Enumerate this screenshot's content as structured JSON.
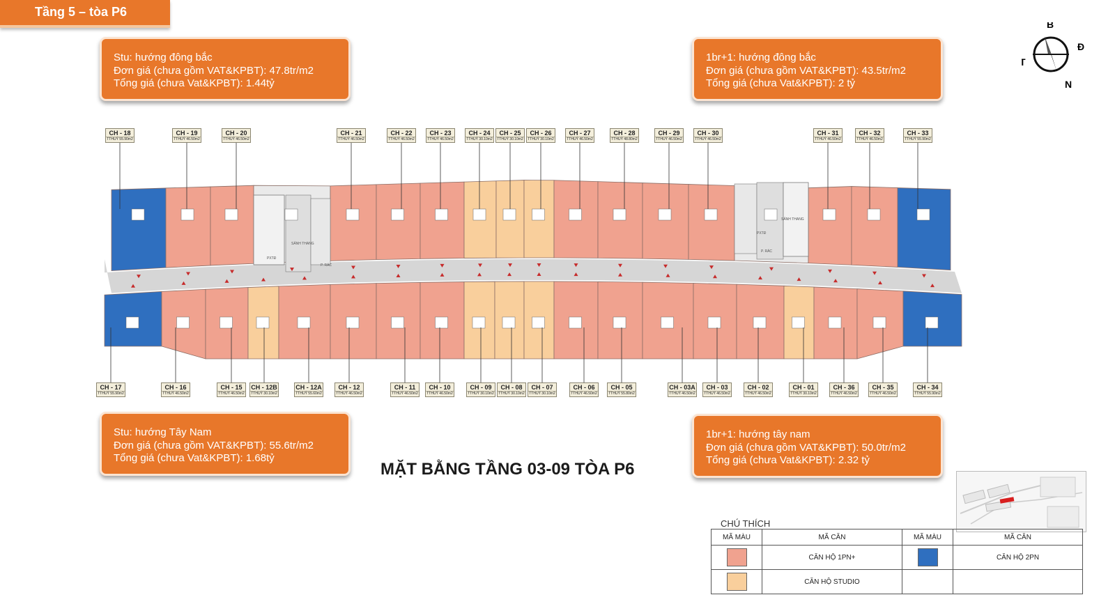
{
  "header": {
    "title": "Tầng 5 – tòa P6"
  },
  "price_boxes": [
    {
      "lines": [
        "Stu: hướng đông bắc",
        "Đơn giá (chưa gồm VAT&KPBT): 47.8tr/m2",
        "Tổng giá (chưa Vat&KPBT): 1.44tỷ"
      ]
    },
    {
      "lines": [
        "1br+1: hướng đông bắc",
        "Đơn giá (chưa gồm VAT&KPBT): 43.5tr/m2",
        "Tổng giá (chưa Vat&KPBT): 2 tỷ"
      ]
    },
    {
      "lines": [
        "Stu: hướng Tây Nam",
        "Đơn giá (chưa gồm VAT&KPBT): 55.6tr/m2",
        "Tổng giá (chưa Vat&KPBT): 1.68tỷ"
      ]
    },
    {
      "lines": [
        "1br+1: hướng tây nam",
        "Đơn giá (chưa gồm VAT&KPBT): 50.0tr/m2",
        "Tổng giá (chưa Vat&KPBT): 2.32 tỷ"
      ]
    }
  ],
  "compass": {
    "n": "B",
    "e": "Đ",
    "s": "N",
    "w": "T"
  },
  "plan_title": "MẶT BẰNG TẦNG 03-09 TÒA P6",
  "room_labels": {
    "stairs": "SẢNH THANG",
    "pxtd": "PXTĐ",
    "prac": "P. RÁC"
  },
  "units_top": [
    {
      "code": "CH - 18",
      "area": "TTHUỶ 55.90m2",
      "type": "2pn"
    },
    {
      "code": "CH - 19",
      "area": "TTHUỶ 46.50m2",
      "type": "1pn"
    },
    {
      "code": "CH - 20",
      "area": "TTHUỶ 46.50m2",
      "type": "1pn"
    },
    {
      "code": "CH - 21",
      "area": "TTHUỶ 46.50m2",
      "type": "1pn"
    },
    {
      "code": "CH - 22",
      "area": "TTHUỶ 46.50m2",
      "type": "1pn"
    },
    {
      "code": "CH - 23",
      "area": "TTHUỶ 46.50m2",
      "type": "1pn"
    },
    {
      "code": "CH - 24",
      "area": "TTHUỶ 30.10m2",
      "type": "studio"
    },
    {
      "code": "CH - 25",
      "area": "TTHUỶ 30.10m2",
      "type": "studio"
    },
    {
      "code": "CH - 26",
      "area": "TTHUỶ 30.10m2",
      "type": "studio"
    },
    {
      "code": "CH - 27",
      "area": "TTHUỶ 46.50m2",
      "type": "1pn"
    },
    {
      "code": "CH - 28",
      "area": "TTHUỶ 48.80m2",
      "type": "1pn"
    },
    {
      "code": "CH - 29",
      "area": "TTHUỶ 46.50m2",
      "type": "1pn"
    },
    {
      "code": "CH - 30",
      "area": "TTHUỶ 46.50m2",
      "type": "1pn"
    },
    {
      "code": "CH - 31",
      "area": "TTHUỶ 46.50m2",
      "type": "1pn"
    },
    {
      "code": "CH - 32",
      "area": "TTHUỶ 46.50m2",
      "type": "1pn"
    },
    {
      "code": "CH - 33",
      "area": "TTHUỶ 55.90m2",
      "type": "2pn"
    }
  ],
  "units_bottom": [
    {
      "code": "CH - 17",
      "area": "TTHUỶ 55.90m2",
      "type": "2pn"
    },
    {
      "code": "CH - 16",
      "area": "TTHUỶ 46.50m2",
      "type": "1pn"
    },
    {
      "code": "CH - 15",
      "area": "TTHUỶ 46.50m2",
      "type": "1pn"
    },
    {
      "code": "CH - 12B",
      "area": "TTHUỶ 30.10m2",
      "type": "studio"
    },
    {
      "code": "CH - 12A",
      "area": "TTHUỶ 55.60m2",
      "type": "1pn"
    },
    {
      "code": "CH - 12",
      "area": "TTHUỶ 46.50m2",
      "type": "1pn"
    },
    {
      "code": "CH - 11",
      "area": "TTHUỶ 46.50m2",
      "type": "1pn"
    },
    {
      "code": "CH - 10",
      "area": "TTHUỶ 46.50m2",
      "type": "1pn"
    },
    {
      "code": "CH - 09",
      "area": "TTHUỶ 30.10m2",
      "type": "studio"
    },
    {
      "code": "CH - 08",
      "area": "TTHUỶ 30.10m2",
      "type": "studio"
    },
    {
      "code": "CH - 07",
      "area": "TTHUỶ 30.10m2",
      "type": "studio"
    },
    {
      "code": "CH - 06",
      "area": "TTHUỶ 46.50m2",
      "type": "1pn"
    },
    {
      "code": "CH - 05",
      "area": "TTHUỶ 55.80m2",
      "type": "1pn"
    },
    {
      "code": "CH - 03A",
      "area": "TTHUỶ 46.50m2",
      "type": "1pn"
    },
    {
      "code": "CH - 03",
      "area": "TTHUỶ 46.50m2",
      "type": "1pn"
    },
    {
      "code": "CH - 02",
      "area": "TTHUỶ 46.50m2",
      "type": "1pn"
    },
    {
      "code": "CH - 01",
      "area": "TTHUỶ 30.10m2",
      "type": "studio"
    },
    {
      "code": "CH - 36",
      "area": "TTHUỶ 46.50m2",
      "type": "1pn"
    },
    {
      "code": "CH - 35",
      "area": "TTHUỶ 46.50m2",
      "type": "1pn"
    },
    {
      "code": "CH - 34",
      "area": "TTHUỶ 55.90m2",
      "type": "2pn"
    }
  ],
  "colors": {
    "pn1": "#f0a28f",
    "studio": "#f9cf9c",
    "pn2": "#2f6fbf",
    "orange": "#e8772a",
    "corridor": "#d6d6d6"
  },
  "legend": {
    "title": "CHÚ THÍCH",
    "col_color": "MÃ MÀU",
    "col_type": "MÃ CĂN",
    "row1_left": "CĂN HỘ 1PN+",
    "row1_right": "CĂN HỘ 2PN",
    "row2_left": "CĂN HỘ STUDIO"
  }
}
